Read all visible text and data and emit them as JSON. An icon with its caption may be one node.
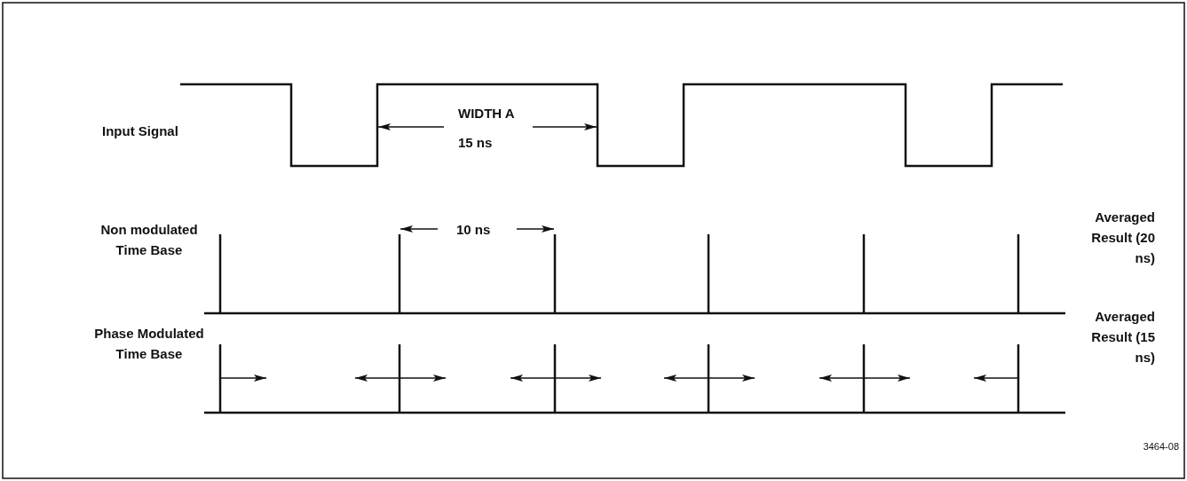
{
  "diagram": {
    "labels": [
      "Input Signal",
      "WIDTH A",
      "15 ns",
      "Non modulated Time Base",
      "10 ns",
      "Averaged Result (20 ns)",
      "Phase Modulated Time Base",
      "Averaged Result (15 ns)",
      "3464-08"
    ]
  }
}
